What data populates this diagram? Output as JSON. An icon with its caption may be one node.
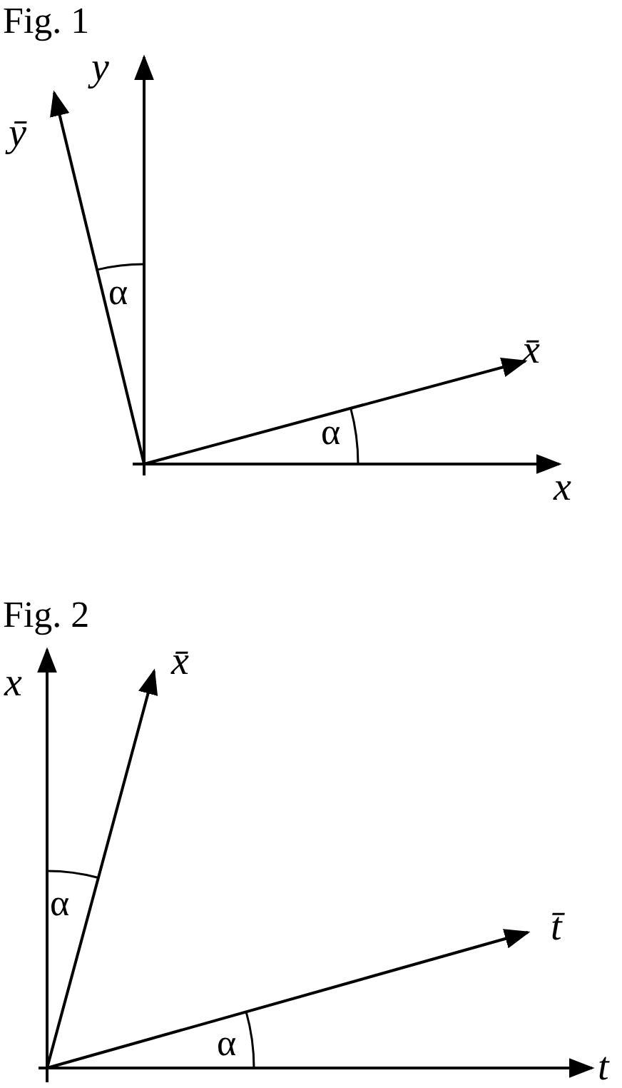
{
  "diagram": {
    "labels": [
      "Fig. 1",
      "y",
      "ȳ",
      "α",
      "x̄",
      "α",
      "x",
      "Fig. 2",
      "x",
      "x̄",
      "α",
      "t̄",
      "α",
      "t"
    ]
  }
}
